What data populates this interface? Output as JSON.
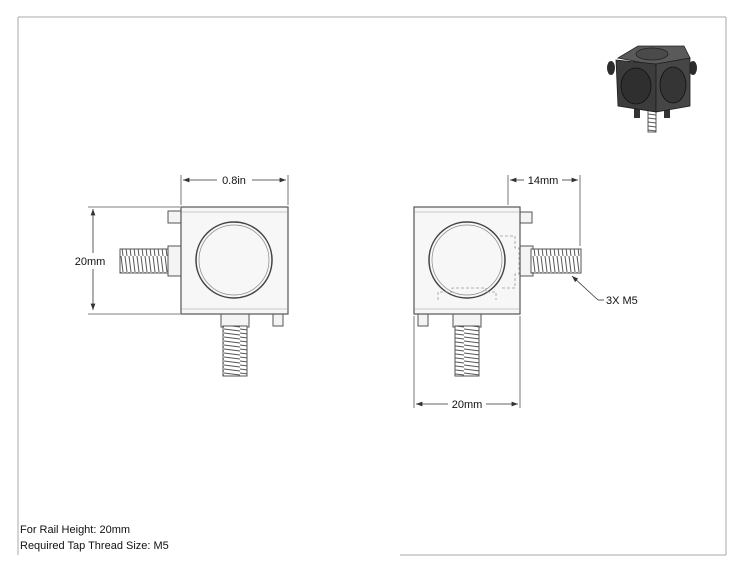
{
  "dimensions": {
    "left_width": "0.8in",
    "left_height": "20mm",
    "right_offset": "14mm",
    "right_width": "20mm",
    "thread_callout": "3X M5"
  },
  "notes": {
    "rail_height": "For Rail Height: 20mm",
    "tap_thread": "Required Tap Thread Size: M5"
  },
  "colors": {
    "line": "#555555",
    "dim": "#333333",
    "part_fill": "#f0f0f0",
    "iso_body": "#3a3a3a"
  }
}
